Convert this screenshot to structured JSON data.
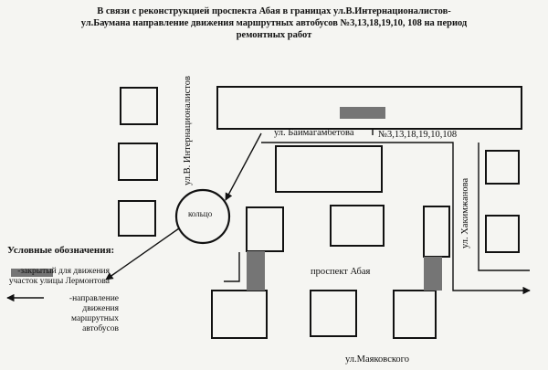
{
  "title": "В связи с реконструкцией проспекта Абая в границах ул.В.Интернационалистов-ул.Баумана направление движения маршрутных автобусов №3,13,18,19,10, 108 на период ремонтных работ",
  "streets": {
    "internationalists": "ул.В. Интернационалистов",
    "baimagambetova": "ул. Баймагамбетова",
    "khakimzhanova": "ул. Хакимжанова",
    "abaya": "проспект Абая",
    "mayakovskogo": "ул.Маяковского"
  },
  "routes_label": "№3,13,18,19,10,108",
  "ring_label": "кольцо",
  "legend": {
    "title": "Условные обозначения:",
    "closed": "-закрытый для движения участок улицы Лермонтова",
    "direction": "-направление движения маршрутных автобусов"
  },
  "colors": {
    "closed_fill": "#757575",
    "line": "#111111",
    "background": "#f5f5f2"
  }
}
